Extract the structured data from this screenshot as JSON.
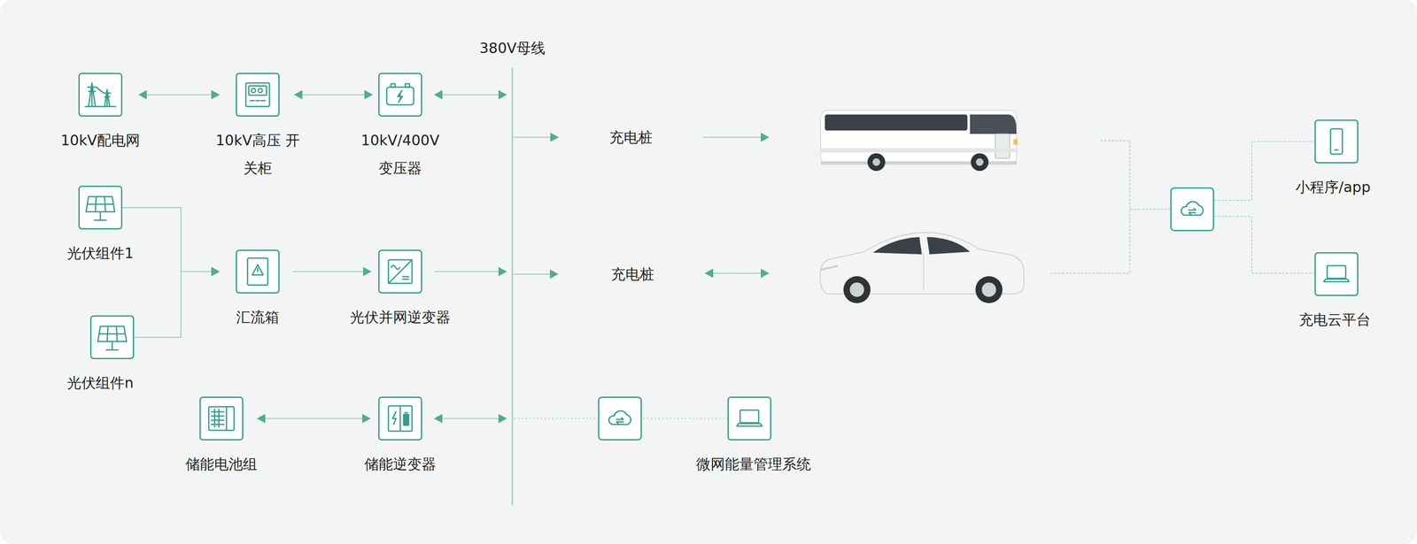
{
  "diagram": {
    "nodes": [
      {
        "text": [
          "10kV配电网"
        ]
      },
      {
        "text": [
          "10kV高压 开关柜"
        ]
      },
      {
        "text": [
          "10kV/400V 变压器"
        ]
      },
      {
        "text": [
          "380V母线"
        ]
      },
      {
        "text": [
          "充电桩"
        ]
      },
      {
        "text": [
          "小程序/app"
        ]
      },
      {
        "text": [
          "光伏组件1"
        ]
      },
      {
        "text": [
          "汇流箱"
        ]
      },
      {
        "text": [
          "光伏并网逆变器"
        ]
      },
      {
        "text": [
          "充电桩"
        ]
      },
      {
        "text": [
          "充电云平台"
        ]
      },
      {
        "text": [
          "光伏组件n"
        ]
      },
      {
        "text": [
          "储能电池组"
        ]
      },
      {
        "text": [
          "储能逆变器"
        ]
      },
      {
        "text": [
          "微网能量管理系统"
        ]
      }
    ],
    "edges": [
      {
        "from": 0,
        "to": 1,
        "arrow": "both"
      },
      {
        "from": 1,
        "to": 2,
        "arrow": "both"
      },
      {
        "from": 2,
        "to": 3,
        "arrow": "both"
      },
      {
        "from": 3,
        "to": 4,
        "arrow": "to"
      },
      {
        "from": 6,
        "to": 7,
        "arrow": "to"
      },
      {
        "from": 11,
        "to": 7,
        "arrow": "to"
      },
      {
        "from": 7,
        "to": 8,
        "arrow": "to"
      },
      {
        "from": 8,
        "to": 3,
        "arrow": "to"
      },
      {
        "from": 3,
        "to": 9,
        "arrow": "to"
      },
      {
        "from": 12,
        "to": 13,
        "arrow": "both"
      },
      {
        "from": 13,
        "to": 3,
        "arrow": "both"
      },
      {
        "from": 3,
        "to": 14,
        "arrow": "none"
      }
    ]
  }
}
